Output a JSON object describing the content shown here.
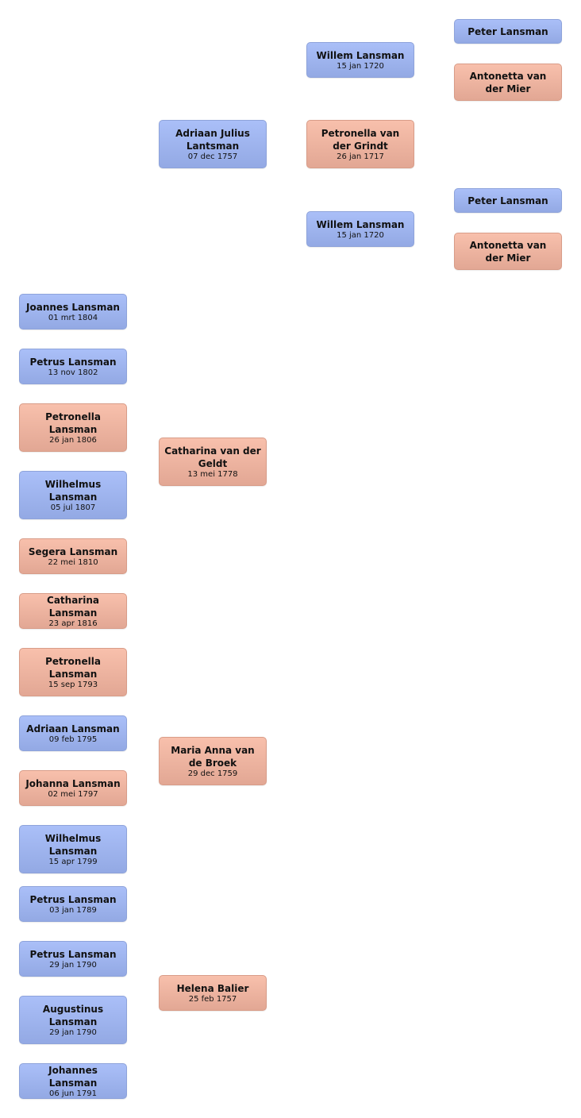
{
  "people": [
    {
      "id": "peter-lansman-1",
      "name": "Peter Lansman",
      "date": "",
      "gender": "male"
    },
    {
      "id": "willem-lansman-1",
      "name": "Willem Lansman",
      "date": "15 jan 1720",
      "gender": "male"
    },
    {
      "id": "antonetta-van-der-mier-1",
      "name": "Antonetta van der Mier",
      "date": "",
      "gender": "female"
    },
    {
      "id": "adriaan-julius-lantsman",
      "name": "Adriaan Julius Lantsman",
      "date": "07 dec 1757",
      "gender": "male"
    },
    {
      "id": "petronella-van-der-grindt",
      "name": "Petronella van der Grindt",
      "date": "26 jan 1717",
      "gender": "female"
    },
    {
      "id": "peter-lansman-2",
      "name": "Peter Lansman",
      "date": "",
      "gender": "male"
    },
    {
      "id": "willem-lansman-2",
      "name": "Willem Lansman",
      "date": "15 jan 1720",
      "gender": "male"
    },
    {
      "id": "antonetta-van-der-mier-2",
      "name": "Antonetta van der Mier",
      "date": "",
      "gender": "female"
    },
    {
      "id": "joannes-lansman",
      "name": "Joannes Lansman",
      "date": "01 mrt 1804",
      "gender": "male"
    },
    {
      "id": "petrus-lansman-1802",
      "name": "Petrus Lansman",
      "date": "13 nov 1802",
      "gender": "male"
    },
    {
      "id": "petronella-lansman-1806",
      "name": "Petronella Lansman",
      "date": "26 jan 1806",
      "gender": "female"
    },
    {
      "id": "catharina-van-der-geldt",
      "name": "Catharina van der Geldt",
      "date": "13 mei 1778",
      "gender": "female"
    },
    {
      "id": "wilhelmus-lansman-1807",
      "name": "Wilhelmus Lansman",
      "date": "05 jul 1807",
      "gender": "male"
    },
    {
      "id": "segera-lansman",
      "name": "Segera Lansman",
      "date": "22 mei 1810",
      "gender": "female"
    },
    {
      "id": "catharina-lansman",
      "name": "Catharina Lansman",
      "date": "23 apr 1816",
      "gender": "female"
    },
    {
      "id": "petronella-lansman-1793",
      "name": "Petronella Lansman",
      "date": "15 sep 1793",
      "gender": "female"
    },
    {
      "id": "adriaan-lansman",
      "name": "Adriaan Lansman",
      "date": "09 feb 1795",
      "gender": "male"
    },
    {
      "id": "maria-anna-van-de-broek",
      "name": "Maria Anna van de Broek",
      "date": "29 dec 1759",
      "gender": "female"
    },
    {
      "id": "johanna-lansman",
      "name": "Johanna Lansman",
      "date": "02 mei 1797",
      "gender": "female"
    },
    {
      "id": "wilhelmus-lansman-1799",
      "name": "Wilhelmus Lansman",
      "date": "15 apr 1799",
      "gender": "male"
    },
    {
      "id": "petrus-lansman-1789",
      "name": "Petrus Lansman",
      "date": "03 jan 1789",
      "gender": "male"
    },
    {
      "id": "petrus-lansman-1790",
      "name": "Petrus Lansman",
      "date": "29 jan 1790",
      "gender": "male"
    },
    {
      "id": "helena-balier",
      "name": "Helena Balier",
      "date": "25 feb 1757",
      "gender": "female"
    },
    {
      "id": "augustinus-lansman",
      "name": "Augustinus Lansman",
      "date": "29 jan 1790",
      "gender": "male"
    },
    {
      "id": "johannes-lansman",
      "name": "Johannes Lansman",
      "date": "06 jun 1791",
      "gender": "male"
    }
  ],
  "colors": {
    "male": "#a1b5ef",
    "female": "#efb5a1"
  }
}
